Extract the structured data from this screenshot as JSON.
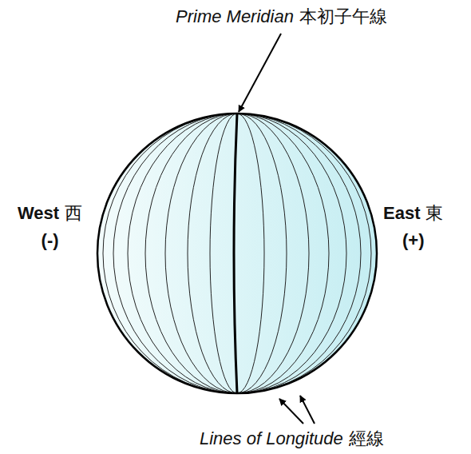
{
  "diagram": {
    "labels": [
      "Prime Meridian",
      "本初子午線",
      "West",
      "西",
      "(-)",
      "East",
      "東",
      "(+)",
      "Lines of Longitude",
      "經線"
    ]
  }
}
